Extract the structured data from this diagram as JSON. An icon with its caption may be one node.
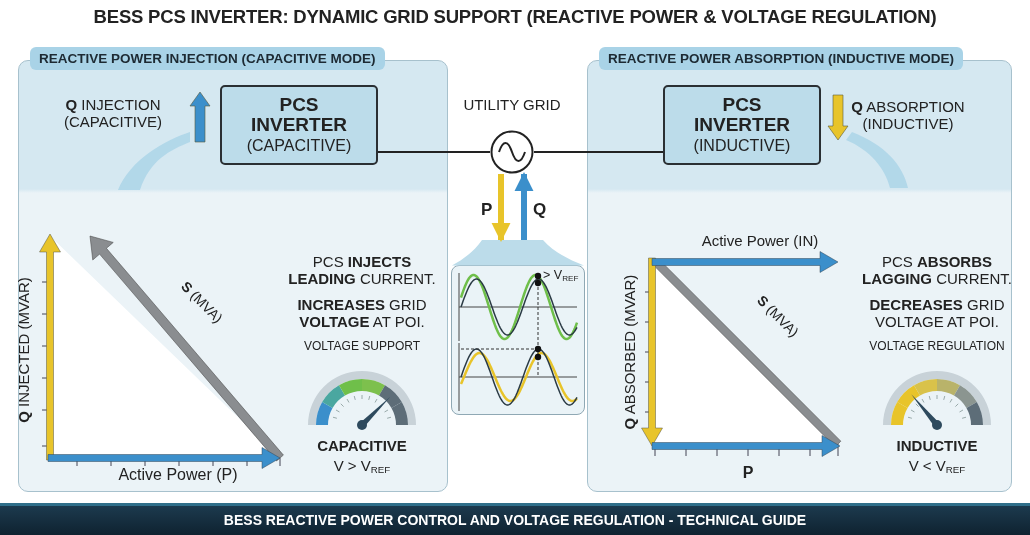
{
  "diagram": {
    "title": "BESS PCS INVERTER: DYNAMIC GRID SUPPORT (REACTIVE POWER & VOLTAGE REGULATION)",
    "caption": "BESS REACTIVE POWER CONTROL AND VOLTAGE REGULATION - TECHNICAL GUIDE",
    "nodes": [
      {
        "text": [
          "REACTIVE POWER INJECTION (CAPACITIVE MODE)"
        ]
      },
      {
        "text": [
          "PCS INVERTER",
          "(CAPACITIVE)"
        ],
        "in": 0
      },
      {
        "text": [
          "UTILITY GRID"
        ]
      },
      {
        "text": [
          "REACTIVE POWER ABSORPTION (INDUCTIVE MODE)"
        ]
      },
      {
        "text": [
          "PCS INVERTER",
          "(INDUCTIVE)"
        ],
        "in": 3
      },
      {
        "text": [
          "> V$_{REF}$"
        ]
      }
    ],
    "edges": [
      {
        "from": 1,
        "to": 2,
        "arrow": "none"
      },
      {
        "from": 2,
        "to": 4,
        "arrow": "none"
      },
      {
        "from": 2,
        "to": 5,
        "arrow": "to",
        "label": "P",
        "style": "thick",
        "color": "#e8c42a"
      },
      {
        "from": 5,
        "to": 2,
        "arrow": "to",
        "label": "Q",
        "style": "thick",
        "color": "#3b8fcb"
      }
    ],
    "labels": [
      "**Q** INJECTION (CAPACITIVE)",
      "**Q** ABSORPTION (INDUCTIVE)",
      "**Q** INJECTED (MVAR)",
      "**S** (MVA)",
      "Active Power (P)",
      "PCS **INJECTS LEADING** CURRENT.",
      "**INCREASES** GRID **VOLTAGE** AT POI.",
      "VOLTAGE SUPPORT",
      "CAPACITIVE",
      "V > V$_{REF}$",
      "Active Power (IN)",
      "**Q** ABSORBED (MVAR)",
      "**S** (MVA)",
      "PCS **ABSORBS LAGGING** CURRENT.",
      "**DECREASES** GRID VOLTAGE AT POI.",
      "VOLTAGE REGULATION",
      "P",
      "INDUCTIVE",
      "V < V$_{REF}$"
    ]
  }
}
